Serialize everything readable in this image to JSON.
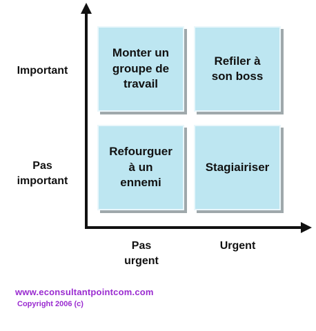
{
  "matrix": {
    "rows": [
      {
        "label": "Important"
      },
      {
        "label": "Pas\nimportant"
      }
    ],
    "columns": [
      {
        "label": "Pas\nurgent"
      },
      {
        "label": "Urgent"
      }
    ],
    "cells": {
      "top_left": "Monter un\ngroupe de\ntravail",
      "top_right": "Refiler à\nson boss",
      "bottom_left": "Refourguer\nà un\nennemi",
      "bottom_right": "Stagiairiser"
    },
    "colors": {
      "cell_fill": "#bde6f1",
      "cell_shadow": "#9fa8ab",
      "axis": "#111111",
      "footer_text": "#9a2bd0"
    }
  },
  "footer": {
    "website": "www.econsultantpointcom.com",
    "copyright": "Copyright 2006 (c)"
  }
}
